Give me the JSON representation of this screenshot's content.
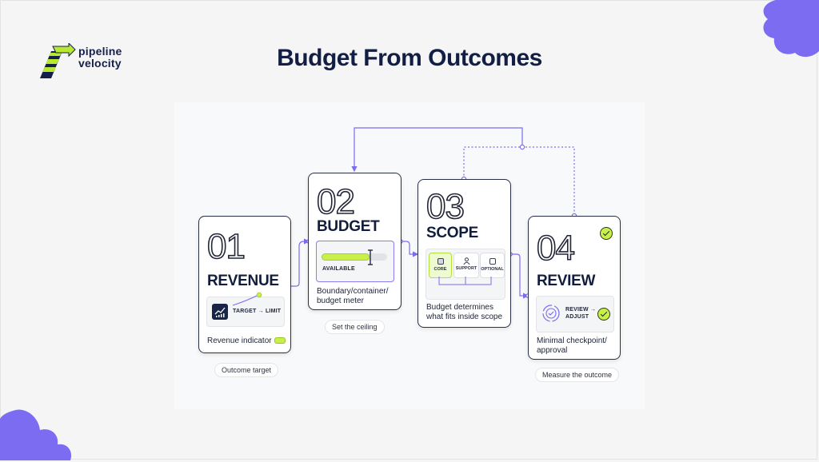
{
  "brand": {
    "line1": "pipeline",
    "line2": "velocity",
    "logo_icon": "striped-arrow-logo",
    "accent": "#b8e830",
    "dark": "#14204a"
  },
  "title": "Budget From Outcomes",
  "colors": {
    "accent_purple": "#7b6cf0",
    "lime": "#c9f04a",
    "navy": "#121e44",
    "blob": "#7c6cf2"
  },
  "steps": [
    {
      "num": "01",
      "title": "REVENUE",
      "inner_label": "TARGET → LIMIT",
      "desc": "Revenue indicator",
      "caption": "Outcome target",
      "icon": "chart-up-icon"
    },
    {
      "num": "02",
      "title": "BUDGET",
      "inner_label": "AVAILABLE",
      "desc_line1": "Boundary/container/",
      "desc_line2": "budget meter",
      "caption": "Set the ceiling",
      "meter_fill": 0.73
    },
    {
      "num": "03",
      "title": "SCOPE",
      "chips": [
        "CORE",
        "SUPPORT",
        "OPTIONAL"
      ],
      "desc_line1": "Budget determines",
      "desc_line2": "what fits inside scope"
    },
    {
      "num": "04",
      "title": "REVIEW",
      "inner_line1": "REVIEW →",
      "inner_line2": "ADJUST",
      "desc_line1": "Minimal checkpoint/",
      "desc_line2": "approval",
      "caption": "Measure the outcome"
    }
  ]
}
